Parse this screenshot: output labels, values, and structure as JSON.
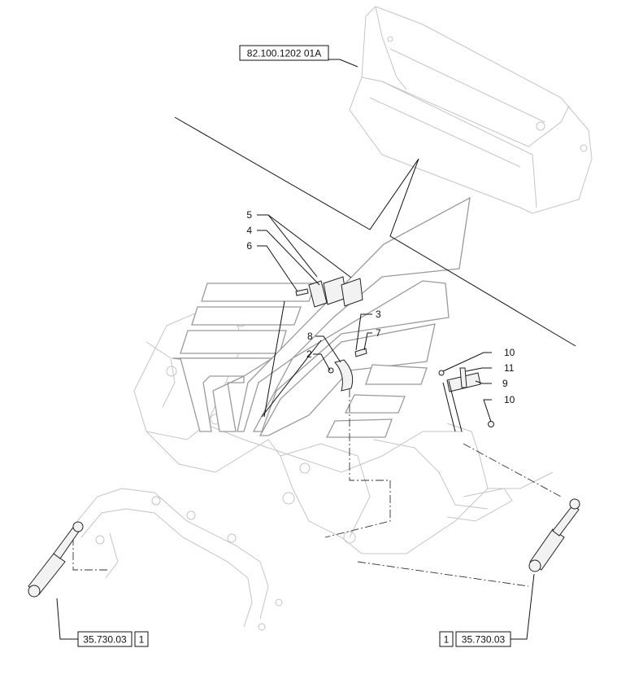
{
  "callouts": {
    "c1": "5",
    "c2": "4",
    "c3": "6",
    "c4": "3",
    "c5": "8",
    "c6": "7",
    "c7": "2",
    "c8": "10",
    "c9": "11",
    "c10": "9",
    "c11": "10"
  },
  "references": {
    "top_ref": "82.100.1202 01A",
    "left_ref_code": "35.730.03",
    "left_ref_qty": "1",
    "right_ref_qty": "1",
    "right_ref_code": "35.730.03"
  }
}
